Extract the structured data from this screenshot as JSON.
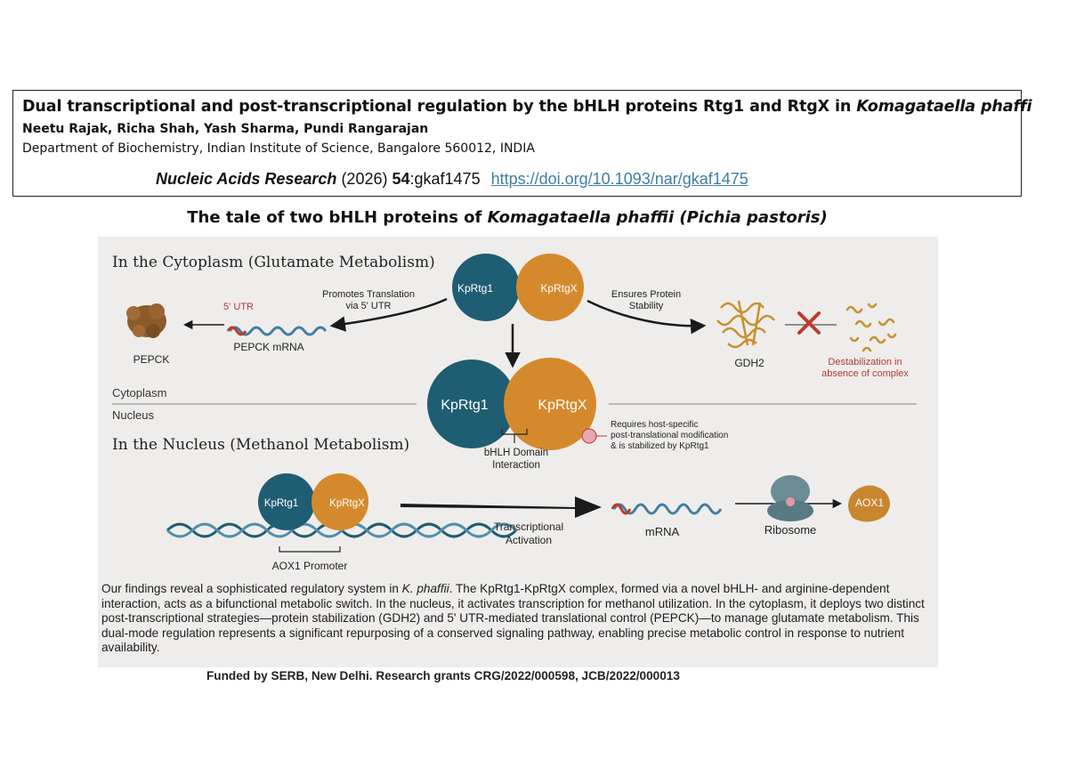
{
  "header": {
    "title_main": "Dual transcriptional and post-transcriptional regulation by the bHLH proteins Rtg1 and RtgX in ",
    "title_species": "Komagataella phaffi",
    "authors": "Neetu Rajak, Richa Shah, Yash Sharma, Pundi Rangarajan",
    "affiliation": "Department of Biochemistry, Indian Institute of Science, Bangalore 560012, INDIA",
    "journal": "Nucleic Acids Research",
    "year": " (2026) ",
    "volume": "54",
    "article": ":gkaf1475",
    "doi": "https://doi.org/10.1093/nar/gkaf1475"
  },
  "figure_heading": {
    "prefix": "The tale of two bHLH proteins of ",
    "species": "Komagataella phaffii (Pichia pastoris)"
  },
  "figure": {
    "cytoplasm_title": "In the Cytoplasm (Glutamate Metabolism)",
    "nucleus_title": "In the Nucleus (Methanol Metabolism)",
    "protein_rtg1": "KpRtg1",
    "protein_rtgx": "KpRtgX",
    "promotes_translation": [
      "Promotes Translation",
      "via 5' UTR"
    ],
    "utr_label": "5' UTR",
    "pepck_mrna": "PEPCK mRNA",
    "pepck": "PEPCK",
    "ensures_stability": [
      "Ensures Protein",
      "Stability"
    ],
    "gdh2": "GDH2",
    "destabilization": [
      "Destabilization in",
      "absence of complex"
    ],
    "compartment_cytoplasm": "Cytoplasm",
    "compartment_nucleus": "Nucleus",
    "bhlh_interaction": [
      "bHLH Domain",
      "Interaction"
    ],
    "ptm_note": [
      "Requires host-specific",
      "post-translational modification",
      "& is stabilized by KpRtg1"
    ],
    "transcriptional_activation": [
      "Transcriptional",
      "Activation"
    ],
    "mrna": "mRNA",
    "ribosome": "Ribosome",
    "aox1": "AOX1",
    "aox1_promoter": "AOX1 Promoter",
    "summary_pre": "Our findings reveal a sophisticated regulatory system in ",
    "summary_species": "K. phaffii",
    "summary_post": ". The KpRtg1-KpRtgX complex, formed via a novel bHLH- and arginine-dependent interaction, acts as a bifunctional metabolic switch. In the nucleus, it activates transcription for methanol utilization. In the cytoplasm, it deploys two distinct post-transcriptional strategies—protein stabilization (GDH2) and 5' UTR-mediated translational control (PEPCK)—to manage glutamate metabolism. This dual-mode regulation represents a significant repurposing of a conserved signaling pathway, enabling precise metabolic control in response to nutrient availability.",
    "colors": {
      "teal": "#1f5d72",
      "orange": "#d48a2c",
      "red": "#c0392b",
      "background": "#efedeb"
    },
    "icons": [
      "pepck-protein-icon",
      "gdh2-protein-icon",
      "destabilized-fragments-icon",
      "cross-icon",
      "ribosome-icon",
      "dna-helix-icon"
    ]
  },
  "funding": "Funded by SERB, New Delhi. Research grants CRG/2022/000598, JCB/2022/000013"
}
